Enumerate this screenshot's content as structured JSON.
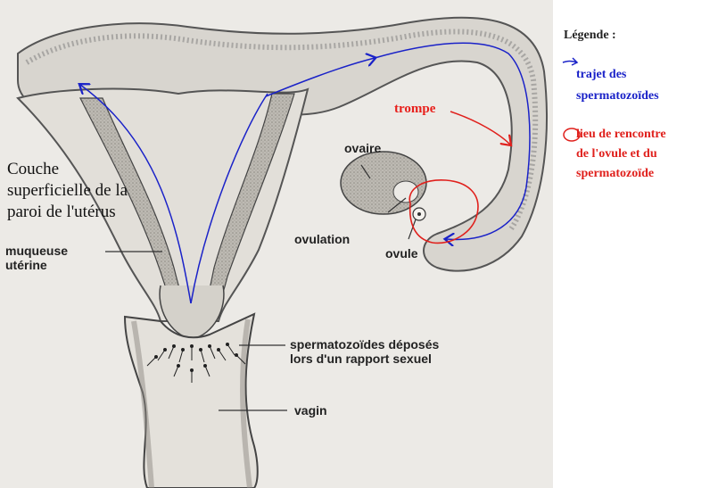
{
  "labels": {
    "couche_line1": "Couche",
    "couche_line2": "superficielle de la",
    "couche_line3": "paroi de l'utérus",
    "muqueuse_line1": "muqueuse",
    "muqueuse_line2": "utérine",
    "trompe": "trompe",
    "ovaire": "ovaire",
    "ovulation": "ovulation",
    "ovule": "ovule",
    "spermatozoides_line1": "spermatozoïdes déposés",
    "spermatozoides_line2": "lors d'un rapport sexuel",
    "vagin": "vagin"
  },
  "legend": {
    "title": "Légende :",
    "blue_line1": "trajet des",
    "blue_line2": "spermatozoïdes",
    "red_line1": "lieu de rencontre",
    "red_line2": "de l'ovule et du",
    "red_line3": "spermatozoïde"
  },
  "colors": {
    "path_blue": "#1a22c8",
    "meeting_red": "#e0201c",
    "figure_bg": "#eceae6"
  }
}
